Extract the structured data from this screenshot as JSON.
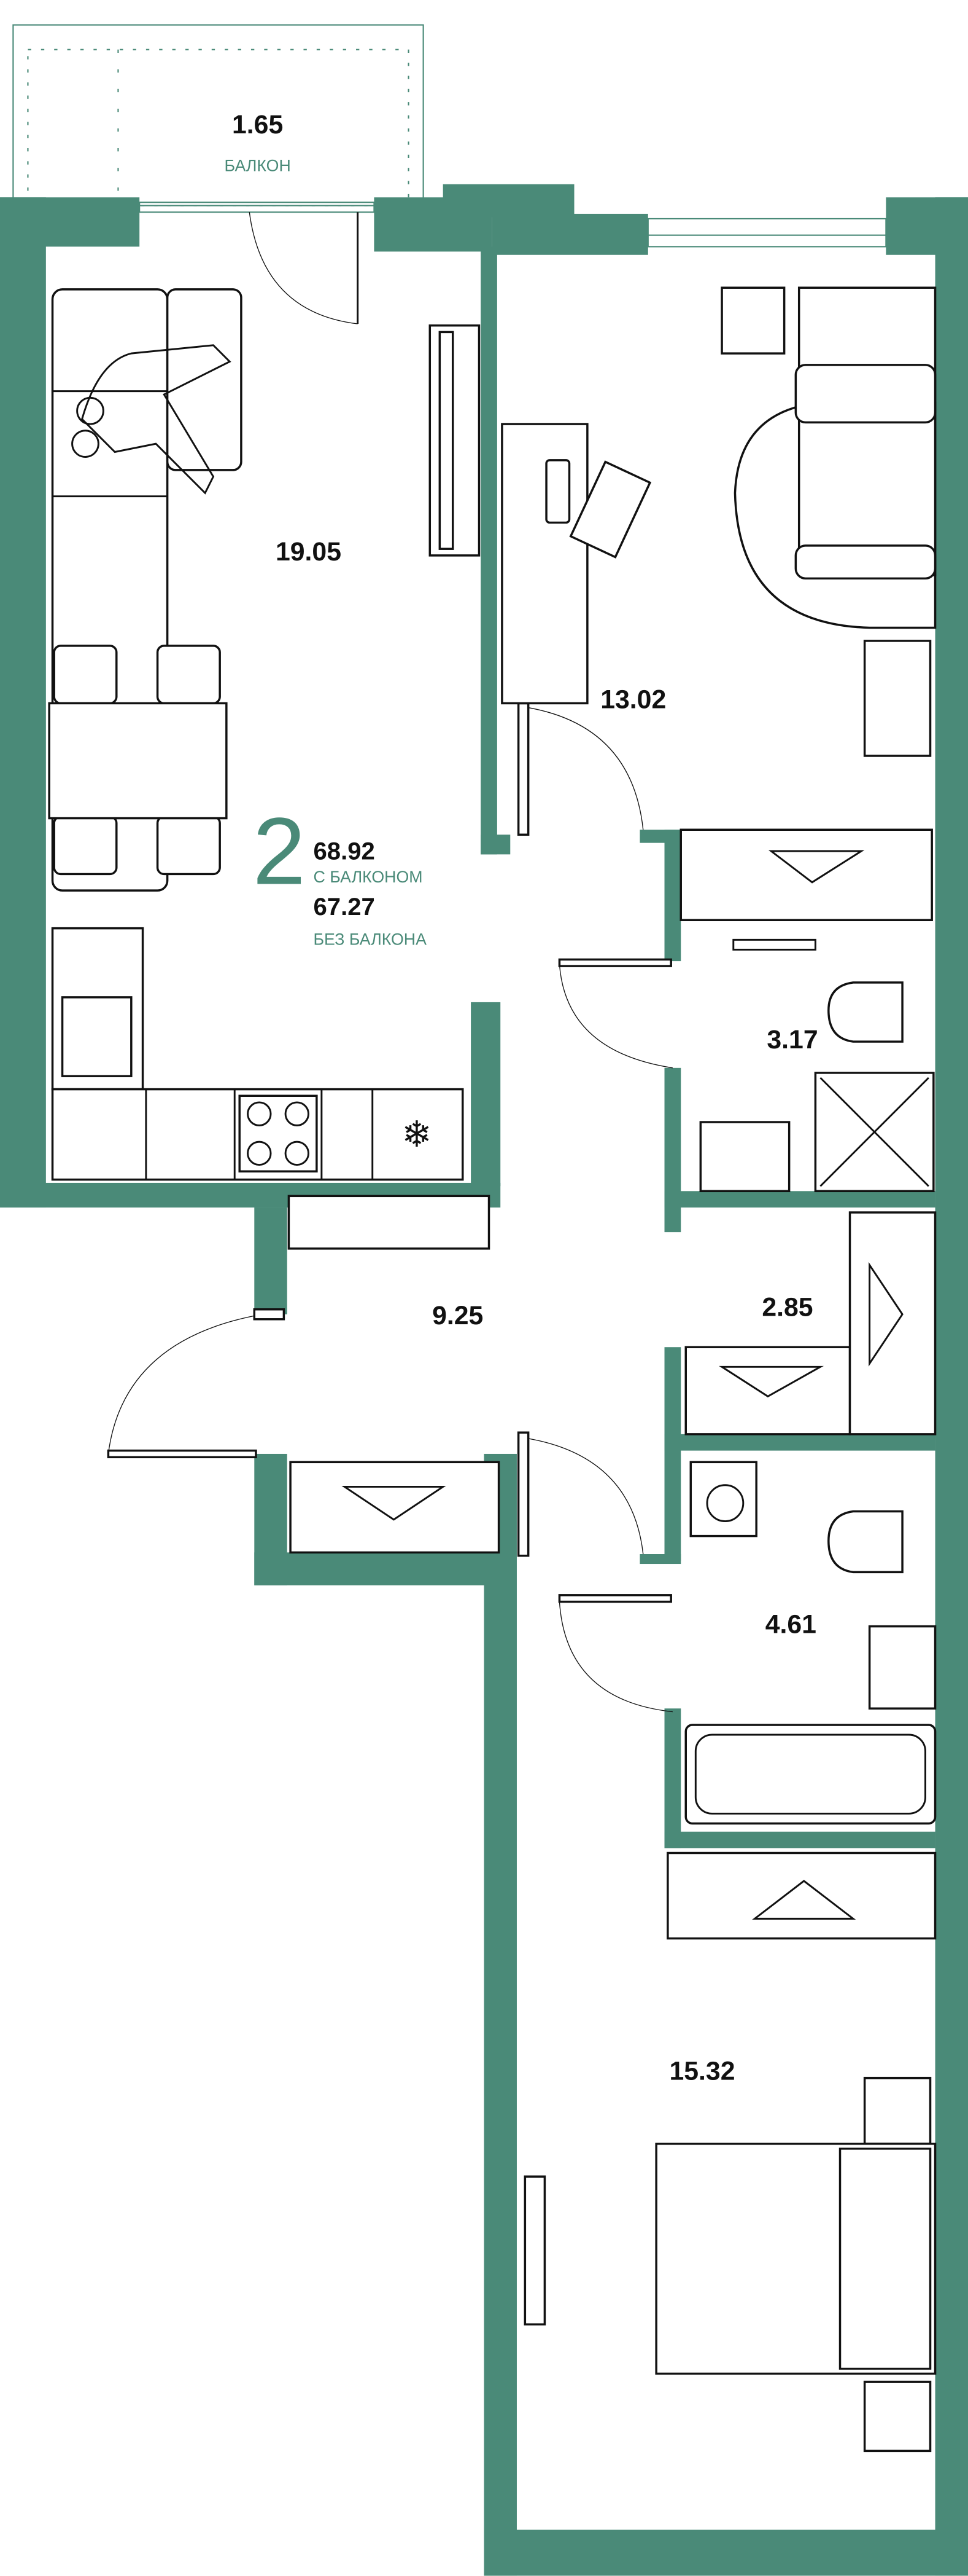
{
  "colors": {
    "wall": "#4a8a78",
    "text": "#111111",
    "accent": "#4a8a78"
  },
  "balcony": {
    "area": "1.65",
    "label": "БАЛКОН"
  },
  "rooms": {
    "living": "19.05",
    "bedroom1": "13.02",
    "bathroom1": "3.17",
    "wardrobe": "2.85",
    "hall": "9.25",
    "bathroom2": "4.61",
    "bedroom2": "15.32"
  },
  "summary": {
    "rooms_count": "2",
    "area_with_balcony": "68.92",
    "with_balcony_label": "С БАЛКОНОМ",
    "area_without_balcony": "67.27",
    "without_balcony_label": "БЕЗ БАЛКОНА"
  }
}
